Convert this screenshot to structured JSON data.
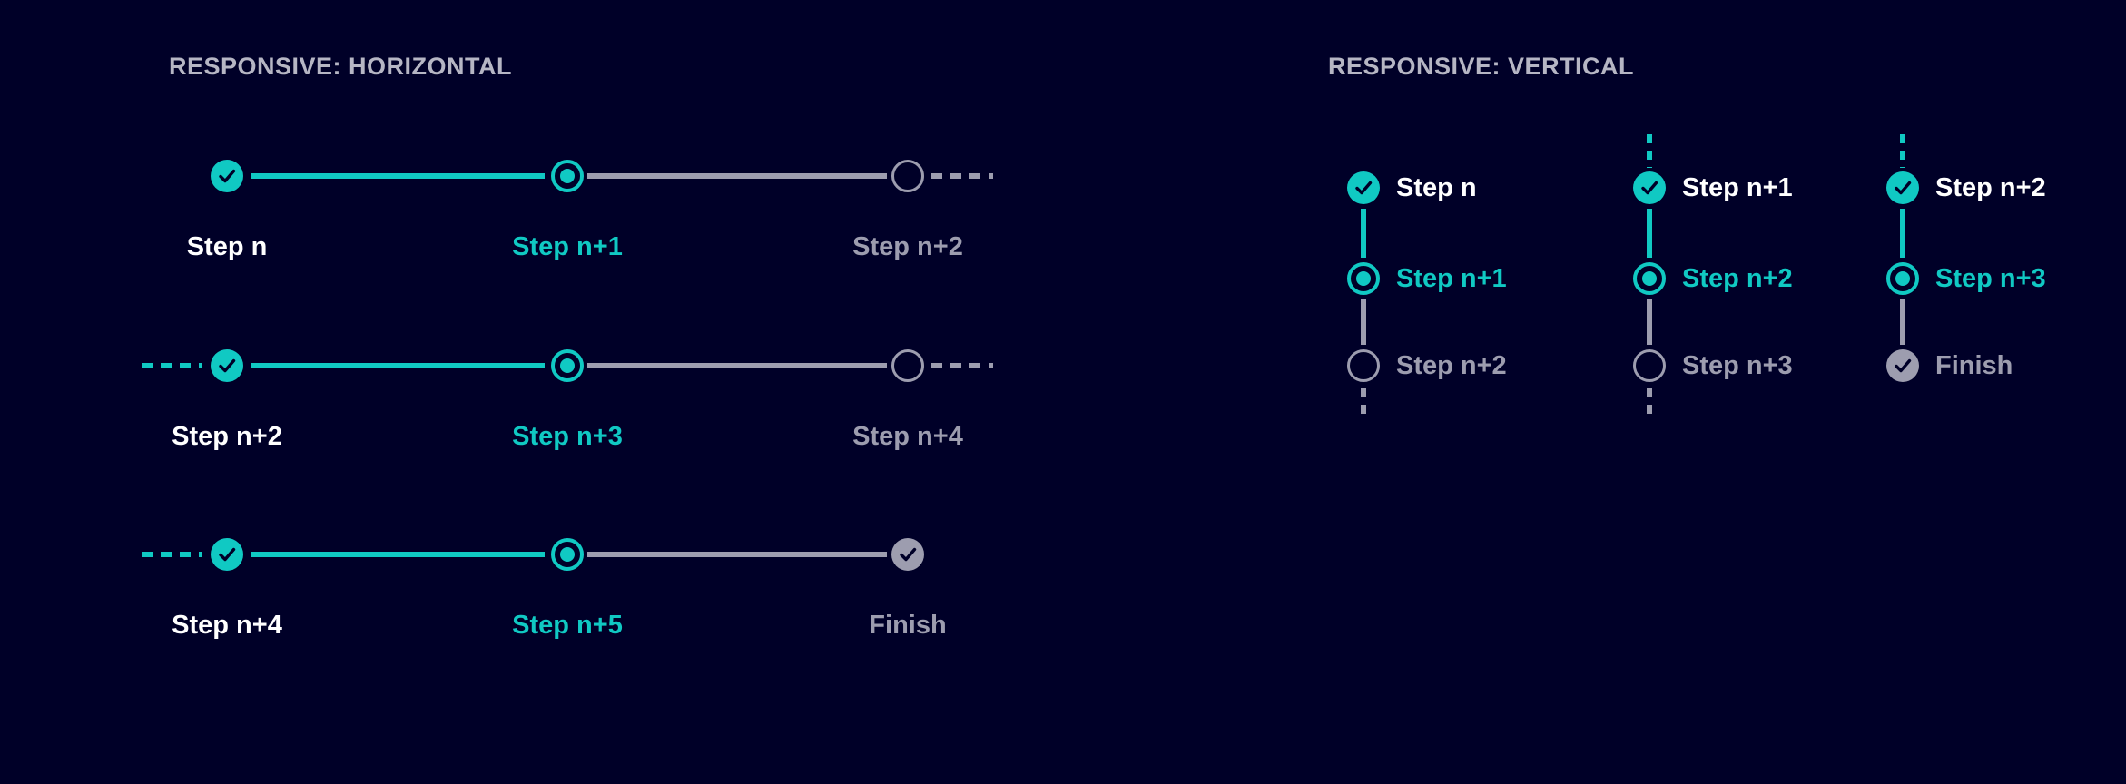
{
  "colors": {
    "background": "#000028",
    "teal_accent": "#10c9c3",
    "gray_inactive": "#9d9daf",
    "label_done": "#ffffff",
    "title_gray": "#b6b6c4"
  },
  "icons": {
    "done": "check-icon",
    "current": "filled-dot-ring-icon",
    "open": "empty-circle-icon",
    "finish": "check-icon"
  },
  "horizontal": {
    "title": "RESPONSIVE: HORIZONTAL",
    "rows": [
      {
        "leading_dashes": false,
        "trailing_dashes": true,
        "steps": [
          {
            "label": "Step n",
            "state": "done"
          },
          {
            "label": "Step n+1",
            "state": "current"
          },
          {
            "label": "Step n+2",
            "state": "open"
          }
        ]
      },
      {
        "leading_dashes": true,
        "trailing_dashes": true,
        "steps": [
          {
            "label": "Step n+2",
            "state": "done"
          },
          {
            "label": "Step n+3",
            "state": "current"
          },
          {
            "label": "Step n+4",
            "state": "open"
          }
        ]
      },
      {
        "leading_dashes": true,
        "trailing_dashes": false,
        "steps": [
          {
            "label": "Step n+4",
            "state": "done"
          },
          {
            "label": "Step n+5",
            "state": "current"
          },
          {
            "label": "Finish",
            "state": "finish"
          }
        ]
      }
    ]
  },
  "vertical": {
    "title": "RESPONSIVE: VERTICAL",
    "columns": [
      {
        "top_dashes": false,
        "bottom_dashes": true,
        "steps": [
          {
            "label": "Step n",
            "state": "done"
          },
          {
            "label": "Step n+1",
            "state": "current"
          },
          {
            "label": "Step n+2",
            "state": "open"
          }
        ]
      },
      {
        "top_dashes": true,
        "bottom_dashes": true,
        "steps": [
          {
            "label": "Step n+1",
            "state": "done"
          },
          {
            "label": "Step n+2",
            "state": "current"
          },
          {
            "label": "Step n+3",
            "state": "open"
          }
        ]
      },
      {
        "top_dashes": true,
        "bottom_dashes": false,
        "steps": [
          {
            "label": "Step n+2",
            "state": "done"
          },
          {
            "label": "Step n+3",
            "state": "current"
          },
          {
            "label": "Finish",
            "state": "finish"
          }
        ]
      }
    ]
  }
}
